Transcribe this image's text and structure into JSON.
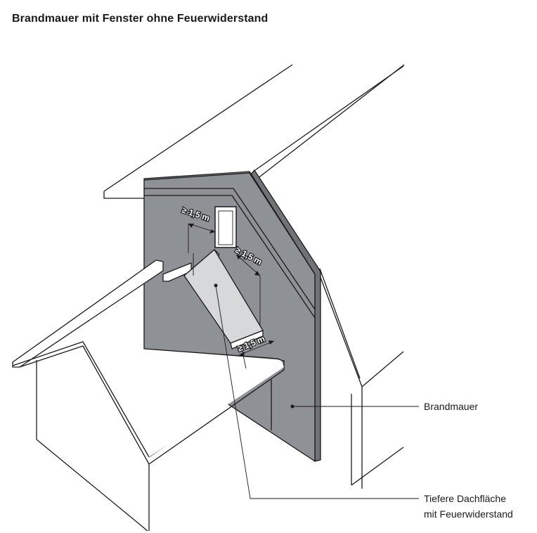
{
  "title": "Brandmauer mit Fenster ohne Feuerwiderstand",
  "dimensions": {
    "d1": "≥ 1,5 m",
    "d2": "≥ 1,5 m",
    "d3": "≥ 1,5 m"
  },
  "labels": {
    "firewall": "Brandmauer",
    "lower_roof_line1": "Tiefere Dachfläche",
    "lower_roof_line2": "mit Feuerwiderstand"
  },
  "colors": {
    "wall": "#8e9196",
    "wall_side": "#6f7277",
    "roof_surface": "#d7d8da",
    "line": "#1a1a1a"
  }
}
